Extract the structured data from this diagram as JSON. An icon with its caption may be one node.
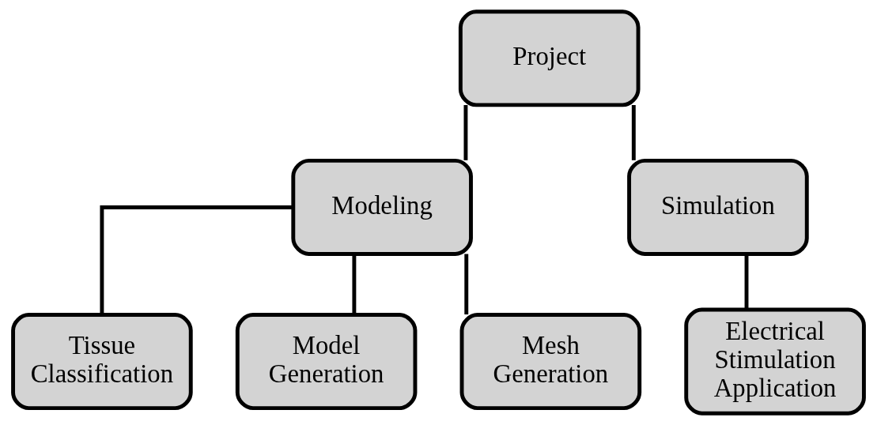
{
  "diagram": {
    "nodes": [
      {
        "text": [
          "Project"
        ]
      },
      {
        "text": [
          "Modeling"
        ]
      },
      {
        "text": [
          "Simulation"
        ]
      },
      {
        "text": [
          "Tissue Classification"
        ]
      },
      {
        "text": [
          "Model Generation"
        ]
      },
      {
        "text": [
          "Mesh Generation"
        ]
      },
      {
        "text": [
          "Electrical Stimulation Application"
        ]
      }
    ],
    "edges": [
      {
        "from": 0,
        "to": 1,
        "arrow": "none"
      },
      {
        "from": 0,
        "to": 2,
        "arrow": "none"
      },
      {
        "from": 1,
        "to": 3,
        "arrow": "none"
      },
      {
        "from": 1,
        "to": 4,
        "arrow": "none"
      },
      {
        "from": 1,
        "to": 5,
        "arrow": "none"
      },
      {
        "from": 2,
        "to": 6,
        "arrow": "none"
      }
    ]
  }
}
